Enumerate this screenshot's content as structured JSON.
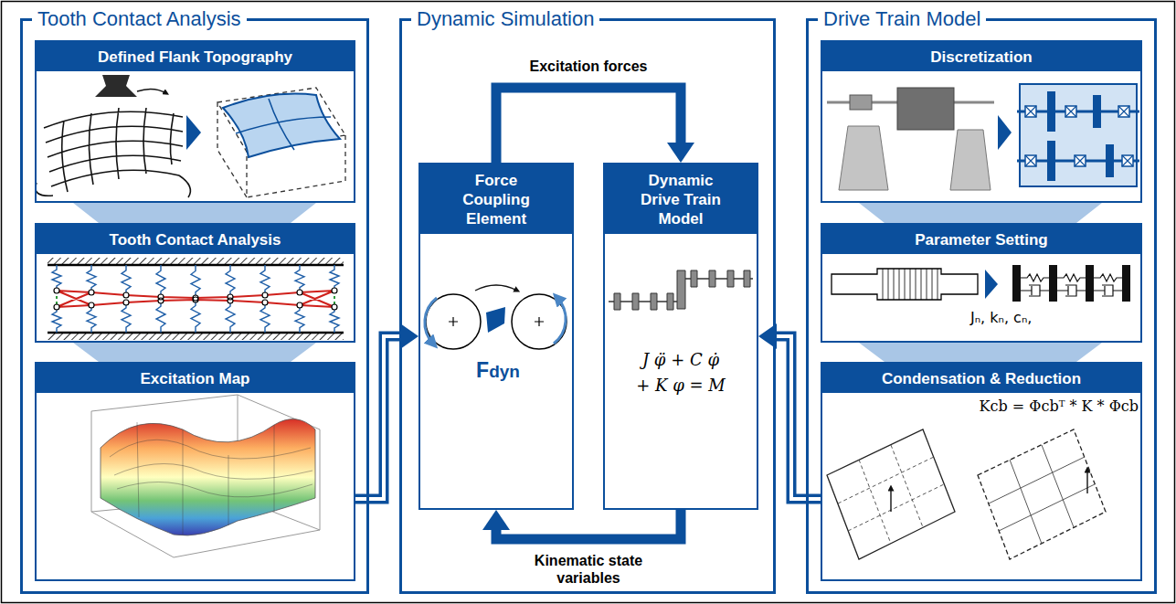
{
  "diagram": {
    "nodes": [
      {
        "text": [
          "Tooth Contact Analysis"
        ]
      },
      {
        "text": [
          "Defined Flank Topography"
        ],
        "in": 0
      },
      {
        "text": [
          "Tooth Contact Analysis"
        ],
        "in": 0
      },
      {
        "text": [
          "Excitation Map"
        ],
        "in": 0
      },
      {
        "text": [
          "Dynamic Simulation"
        ]
      },
      {
        "text": [
          "Force Coupling Element",
          "Fdyn"
        ],
        "in": 4
      },
      {
        "text": [
          "Dynamic Drive Train Model",
          "J φ̈ + C φ̇ + K φ = M"
        ],
        "in": 4
      },
      {
        "text": [
          "Drive Train Model"
        ]
      },
      {
        "text": [
          "Discretization"
        ],
        "in": 7
      },
      {
        "text": [
          "Parameter Setting",
          "Jₙ, kₙ, cₙ,"
        ],
        "in": 7
      },
      {
        "text": [
          "Condensation & Reduction",
          "Kcb = Φcbᵀ * K * Φcb"
        ],
        "in": 7
      }
    ],
    "edges": [
      {
        "from": 3,
        "to": 5,
        "arrow": "to"
      },
      {
        "from": 5,
        "to": 6,
        "arrow": "to",
        "label": "Excitation forces"
      },
      {
        "from": 6,
        "to": 5,
        "arrow": "to",
        "label": "Kinematic state variables"
      },
      {
        "from": 10,
        "to": 6,
        "arrow": "to"
      }
    ]
  }
}
